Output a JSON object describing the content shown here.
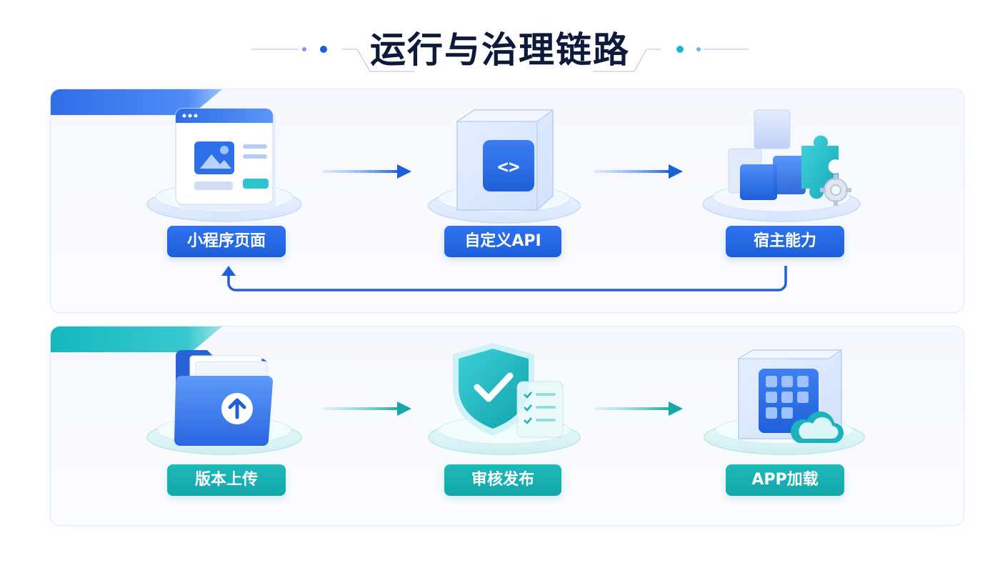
{
  "title": "运行与治理链路",
  "colors": {
    "blue": "#2f73ee",
    "teal": "#16b0b3",
    "title": "#0d1a3a"
  },
  "runtime_flow": {
    "steps": [
      {
        "label": "小程序页面",
        "icon": "webpage-window-icon"
      },
      {
        "label": "自定义API",
        "icon": "code-cube-icon"
      },
      {
        "label": "宿主能力",
        "icon": "blocks-puzzle-gear-icon"
      }
    ],
    "loop_back": "宿主能力 → 小程序页面"
  },
  "governance_flow": {
    "steps": [
      {
        "label": "版本上传",
        "icon": "folder-upload-icon"
      },
      {
        "label": "审核发布",
        "icon": "shield-check-icon"
      },
      {
        "label": "APP加载",
        "icon": "app-grid-cloud-icon"
      }
    ]
  }
}
